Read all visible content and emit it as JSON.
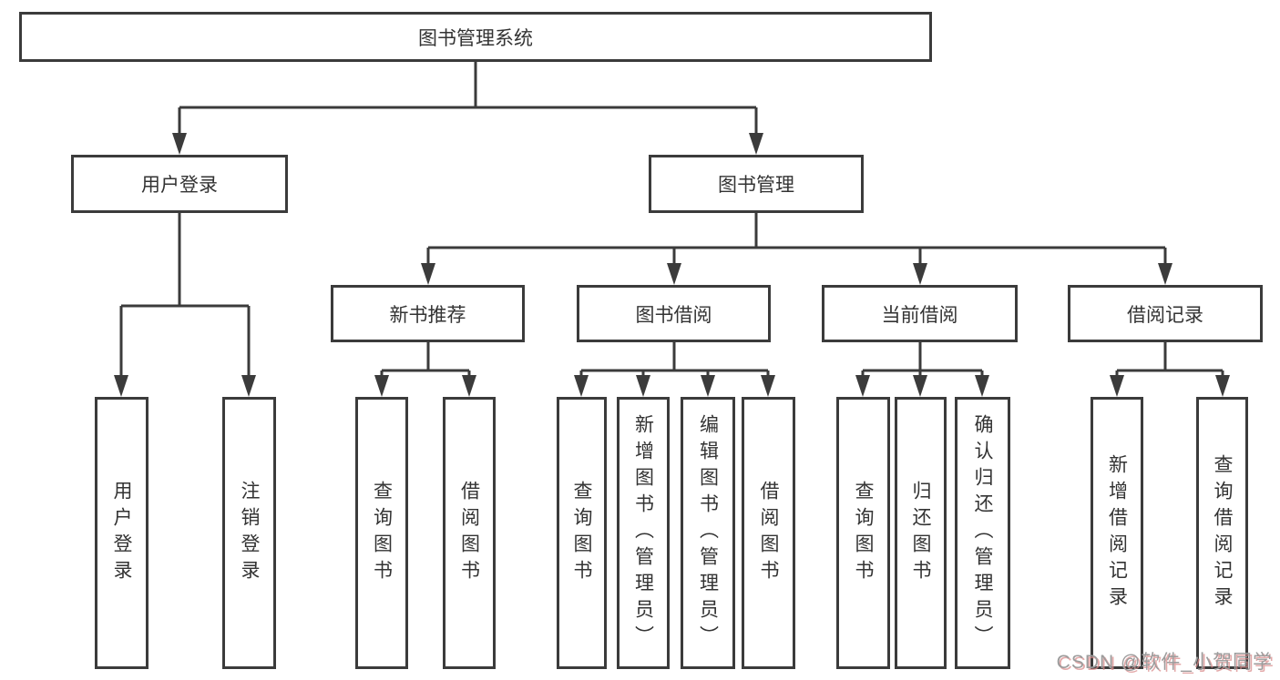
{
  "tree": {
    "root": {
      "label": "图书管理系统"
    },
    "branches": [
      {
        "label": "用户登录",
        "children": [
          {
            "label": "用户登录"
          },
          {
            "label": "注销登录"
          }
        ]
      },
      {
        "label": "图书管理",
        "children": [
          {
            "label": "新书推荐",
            "children": [
              {
                "label": "查询图书"
              },
              {
                "label": "借阅图书"
              }
            ]
          },
          {
            "label": "图书借阅",
            "children": [
              {
                "label": "查询图书"
              },
              {
                "label": "新增图书（管理员）"
              },
              {
                "label": "编辑图书（管理员）"
              },
              {
                "label": "借阅图书"
              }
            ]
          },
          {
            "label": "当前借阅",
            "children": [
              {
                "label": "查询图书"
              },
              {
                "label": "归还图书"
              },
              {
                "label": "确认归还（管理员）"
              }
            ]
          },
          {
            "label": "借阅记录",
            "children": [
              {
                "label": "新增借阅记录"
              },
              {
                "label": "查询借阅记录"
              }
            ]
          }
        ]
      }
    ]
  },
  "watermark": {
    "text": "CSDN @软件_小贺同学"
  },
  "colors": {
    "line": "#3b3b3b",
    "text": "#333333",
    "background": "#ffffff",
    "watermark": "#9c9c9c",
    "watermark_shadow": "#d98c8c"
  }
}
